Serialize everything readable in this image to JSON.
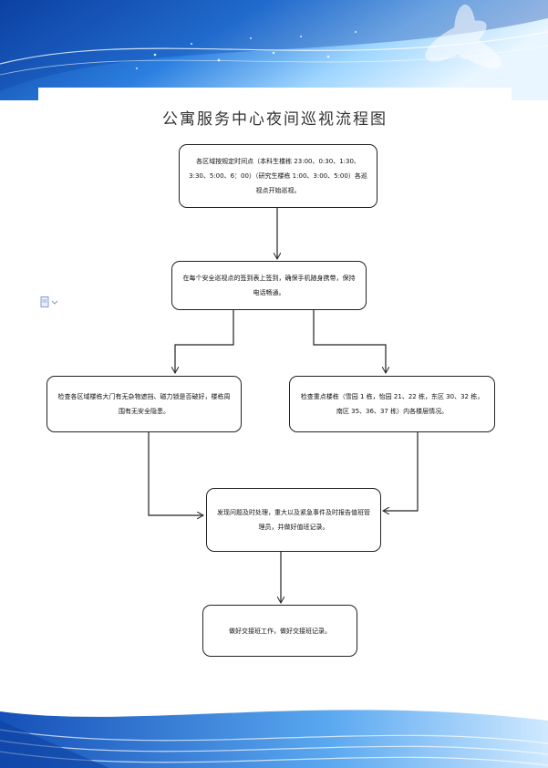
{
  "title": "公寓服务中心夜间巡视流程图",
  "colors": {
    "sky_dark": "#1a58c2",
    "sky_light": "#bfe3ff",
    "line": "#222222"
  },
  "icons": {
    "doc": "document-icon"
  },
  "steps": {
    "step1": "各区域按规定时间点（本科生楼栋 23:00、0:30、1:30、3:30、5:00、6：00）（研究生楼栋 1:00、3:00、5:00）各巡视点开始巡视。",
    "step2": "在每个安全巡视点的签到表上签到，确保手机随身携带，保持电话畅通。",
    "step3a": "检查各区域楼栋大门有无杂物遮挡、磁力锁是否破好，楼栋周围有无安全隐患。",
    "step3b": "检查重点楼栋（雪园 1 栋，怡园 21、22 栋，东区 30、32 栋，南区 35、36、37 栋）内各楼层情况。",
    "step4": "发现问题及时处理，重大以及紧急事件及时报告值班管理员，并做好值班记录。",
    "step5": "做好交接班工作，做好交接班记录。"
  }
}
